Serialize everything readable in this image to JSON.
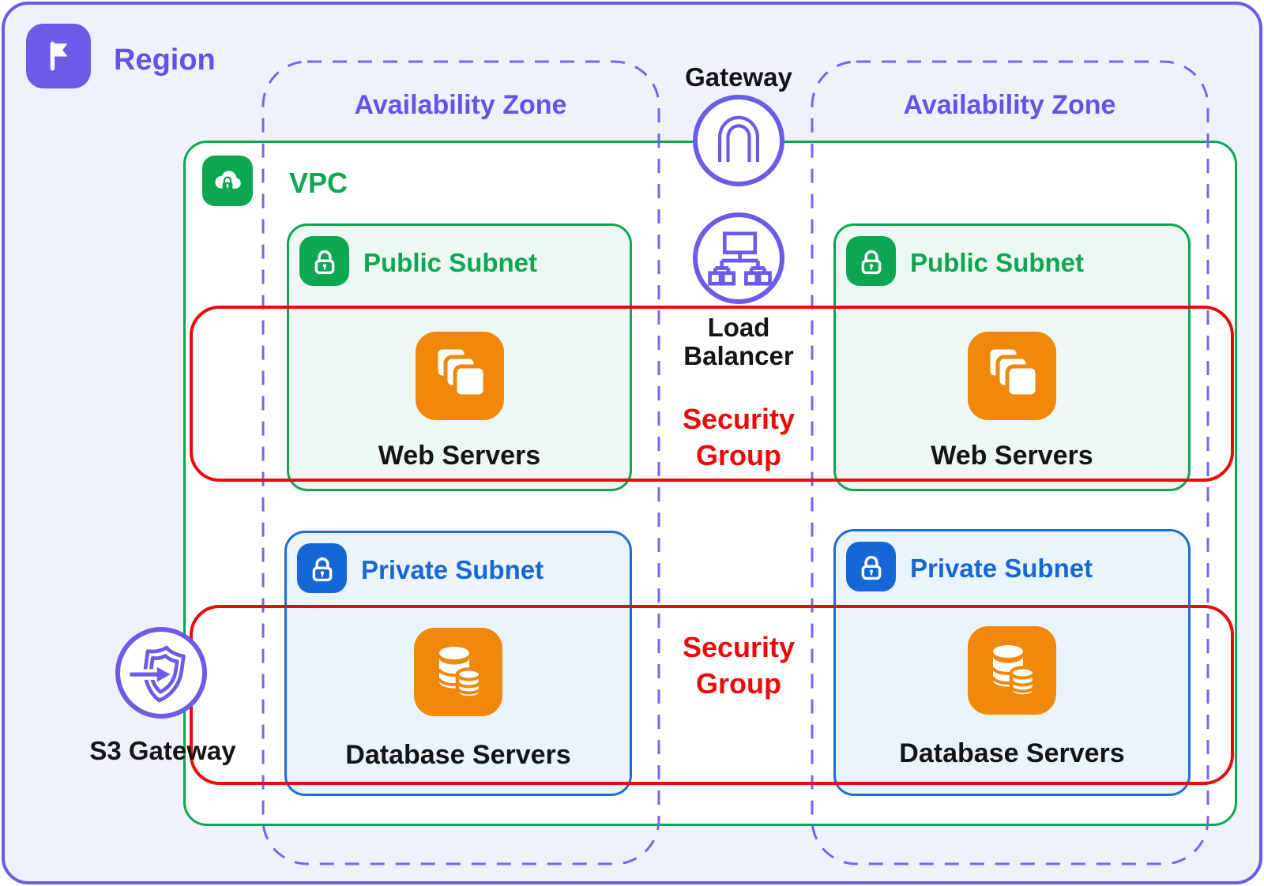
{
  "region": {
    "label": "Region",
    "icon": "flag-icon"
  },
  "availability_zones": [
    {
      "label": "Availability Zone"
    },
    {
      "label": "Availability Zone"
    }
  ],
  "vpc": {
    "label": "VPC",
    "icon": "cloud-lock-icon"
  },
  "gateway": {
    "label": "Gateway",
    "icon": "arch-gateway-icon"
  },
  "load_balancer": {
    "line1": "Load",
    "line2": "Balancer",
    "icon": "network-tree-icon"
  },
  "security_groups": [
    {
      "line1": "Security",
      "line2": "Group"
    },
    {
      "line1": "Security",
      "line2": "Group"
    }
  ],
  "s3_gateway": {
    "label": "S3 Gateway",
    "icon": "shield-arrow-icon"
  },
  "subnets": {
    "public": [
      {
        "label": "Public Subnet",
        "icon": "padlock-icon",
        "server_label": "Web Servers",
        "server_icon": "stacked-squares-icon"
      },
      {
        "label": "Public Subnet",
        "icon": "padlock-icon",
        "server_label": "Web Servers",
        "server_icon": "stacked-squares-icon"
      }
    ],
    "private": [
      {
        "label": "Private Subnet",
        "icon": "padlock-icon",
        "server_label": "Database Servers",
        "server_icon": "database-icon"
      },
      {
        "label": "Private Subnet",
        "icon": "padlock-icon",
        "server_label": "Database Servers",
        "server_icon": "database-icon"
      }
    ]
  },
  "colors": {
    "purple_border": "#6A5BE8",
    "purple_text": "#6152E8",
    "purple_icon_bg": "#6C5CE7",
    "purple_dash": "#7466EF",
    "green": "#0EA751",
    "green_subnet_fill": "#EDF8F2",
    "blue": "#1766D6",
    "blue_subnet_fill": "#EAF4FD",
    "orange": "#F0890B",
    "red": "#EA0A0A",
    "region_fill": "#EFF1FB",
    "vpc_fill": "#FFFFFF",
    "label_black": "#141414"
  }
}
